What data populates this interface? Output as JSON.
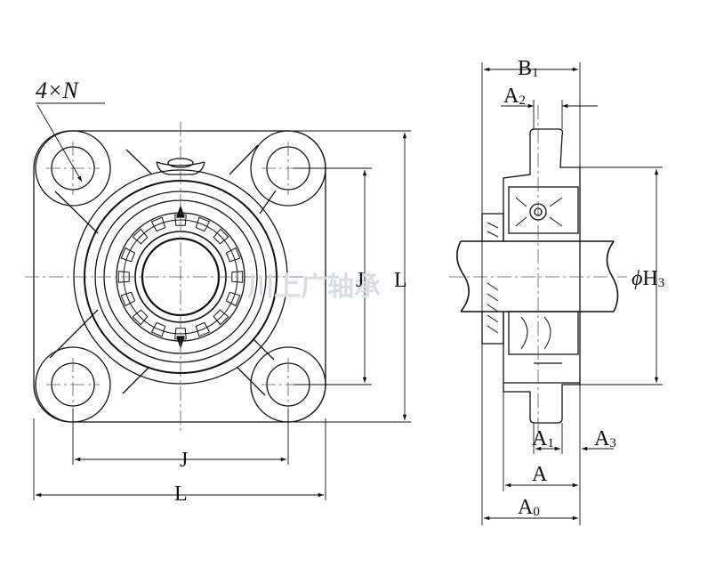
{
  "labels": {
    "holes": "4×N",
    "J_left": "J",
    "L_right": "L",
    "J_bottom": "J",
    "L_bottom": "L",
    "B1_main": "B",
    "B1_sub": "1",
    "A2_main": "A",
    "A2_sub": "2",
    "H3_prefix": "ϕ",
    "H3_main": "H",
    "H3_sub": "3",
    "A1_main": "A",
    "A1_sub": "1",
    "A3_main": "A",
    "A3_sub": "3",
    "A": "A",
    "A0_main": "A",
    "A0_sub": "0"
  },
  "watermark": "川上广轴承",
  "colors": {
    "line": "#111111",
    "center_line": "#555555",
    "watermark": "#d9dde2"
  }
}
